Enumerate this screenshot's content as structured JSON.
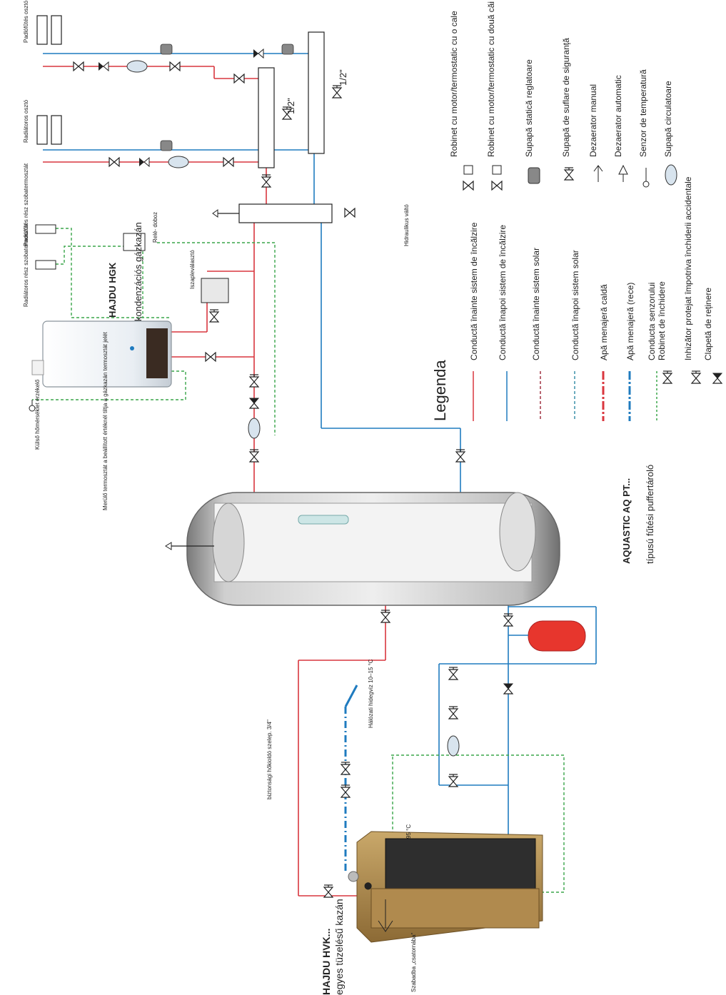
{
  "diagram": {
    "labels": {
      "padlo_oszto": "Padlófűtés osztó",
      "radiator_oszto": "Radiátoros osztó",
      "padlo_termo": "Padlófűtés rész szobatermosztát",
      "radiator_termo": "Radiátoros rész szobatermosztát",
      "rele_doboz": "Relé- doboz",
      "hgk_title": "HAJDU HGK",
      "hgk_sub": "kondenzációs gázkazán",
      "iszapleval": "Iszapleválasztó",
      "hidraulikus": "Hidraulikus váltó",
      "kulso_hom": "Külső hőmérséklet érzékelő",
      "merulo": "Merülő termosztát a beállított értéknél tiltja a gázkazán termosztát jelét",
      "aquastic_title": "AQUASTIC AQ PT...",
      "aquastic_sub": "típusú fűtési puffertároló",
      "biztonsagi": "biztonsági hőkioldó szelep. 3/4\"",
      "halozati": "Hálózati hidegvíz 10–15 °C",
      "temp95": "95 °C",
      "hvk_title": "HAJDU HVK...",
      "hvk_sub": "egyes tüzelésű kazán",
      "szabadba": "Szabadba „csatornába\"",
      "half_inch_1": "1/2\"",
      "half_inch_2": "1/2\""
    },
    "legend": {
      "title": "Legenda",
      "lines": [
        {
          "text": "Conductă înainte sistem de încălzire",
          "color": "#d9363e",
          "style": "solid"
        },
        {
          "text": "Conductă înapoi sistem de încălzire",
          "color": "#1f7bbf",
          "style": "solid"
        },
        {
          "text": "Conductă înainte sistem solar",
          "color": "#a03040",
          "style": "dashed"
        },
        {
          "text": "Conductă înapoi sistem solar",
          "color": "#3a8fa8",
          "style": "dashed"
        },
        {
          "text": "Apă menajeră caldă",
          "color": "#d9363e",
          "style": "thickdash"
        },
        {
          "text": "Apă menajeră (rece)",
          "color": "#1f7bbf",
          "style": "thickdash"
        },
        {
          "text": "Conducta senzorului",
          "color": "#3aa64a",
          "style": "dotted"
        },
        {
          "text": "Robinet de închidere",
          "icon": "shutoff-valve-icon"
        },
        {
          "text": "Inhizător protejat împotriva închiderii accidentale",
          "icon": "protected-valve-icon"
        },
        {
          "text": "Clapetă de reținere",
          "icon": "check-valve-icon"
        }
      ],
      "symbols": [
        {
          "text": "Robinet cu motor/termostatic cu o cale",
          "icon": "motor-valve-one-way-icon"
        },
        {
          "text": "Robinet cu motor/termostatic cu două căi",
          "icon": "motor-valve-two-way-icon"
        },
        {
          "text": "Supapă statică reglatoare",
          "icon": "static-regulating-valve-icon"
        },
        {
          "text": "Supapă de suflare de siguranță",
          "icon": "safety-relief-valve-icon"
        },
        {
          "text": "Dezaerator manual",
          "icon": "manual-deaerator-icon"
        },
        {
          "text": "Dezaerator automatic",
          "icon": "auto-deaerator-icon"
        },
        {
          "text": "Senzor de temperatură",
          "icon": "temperature-sensor-icon"
        },
        {
          "text": "Supapă circulatoare",
          "icon": "circulation-pump-icon"
        }
      ]
    },
    "colors": {
      "flow": "#d9363e",
      "return": "#1f7bbf",
      "sensor": "#3aa64a"
    }
  }
}
